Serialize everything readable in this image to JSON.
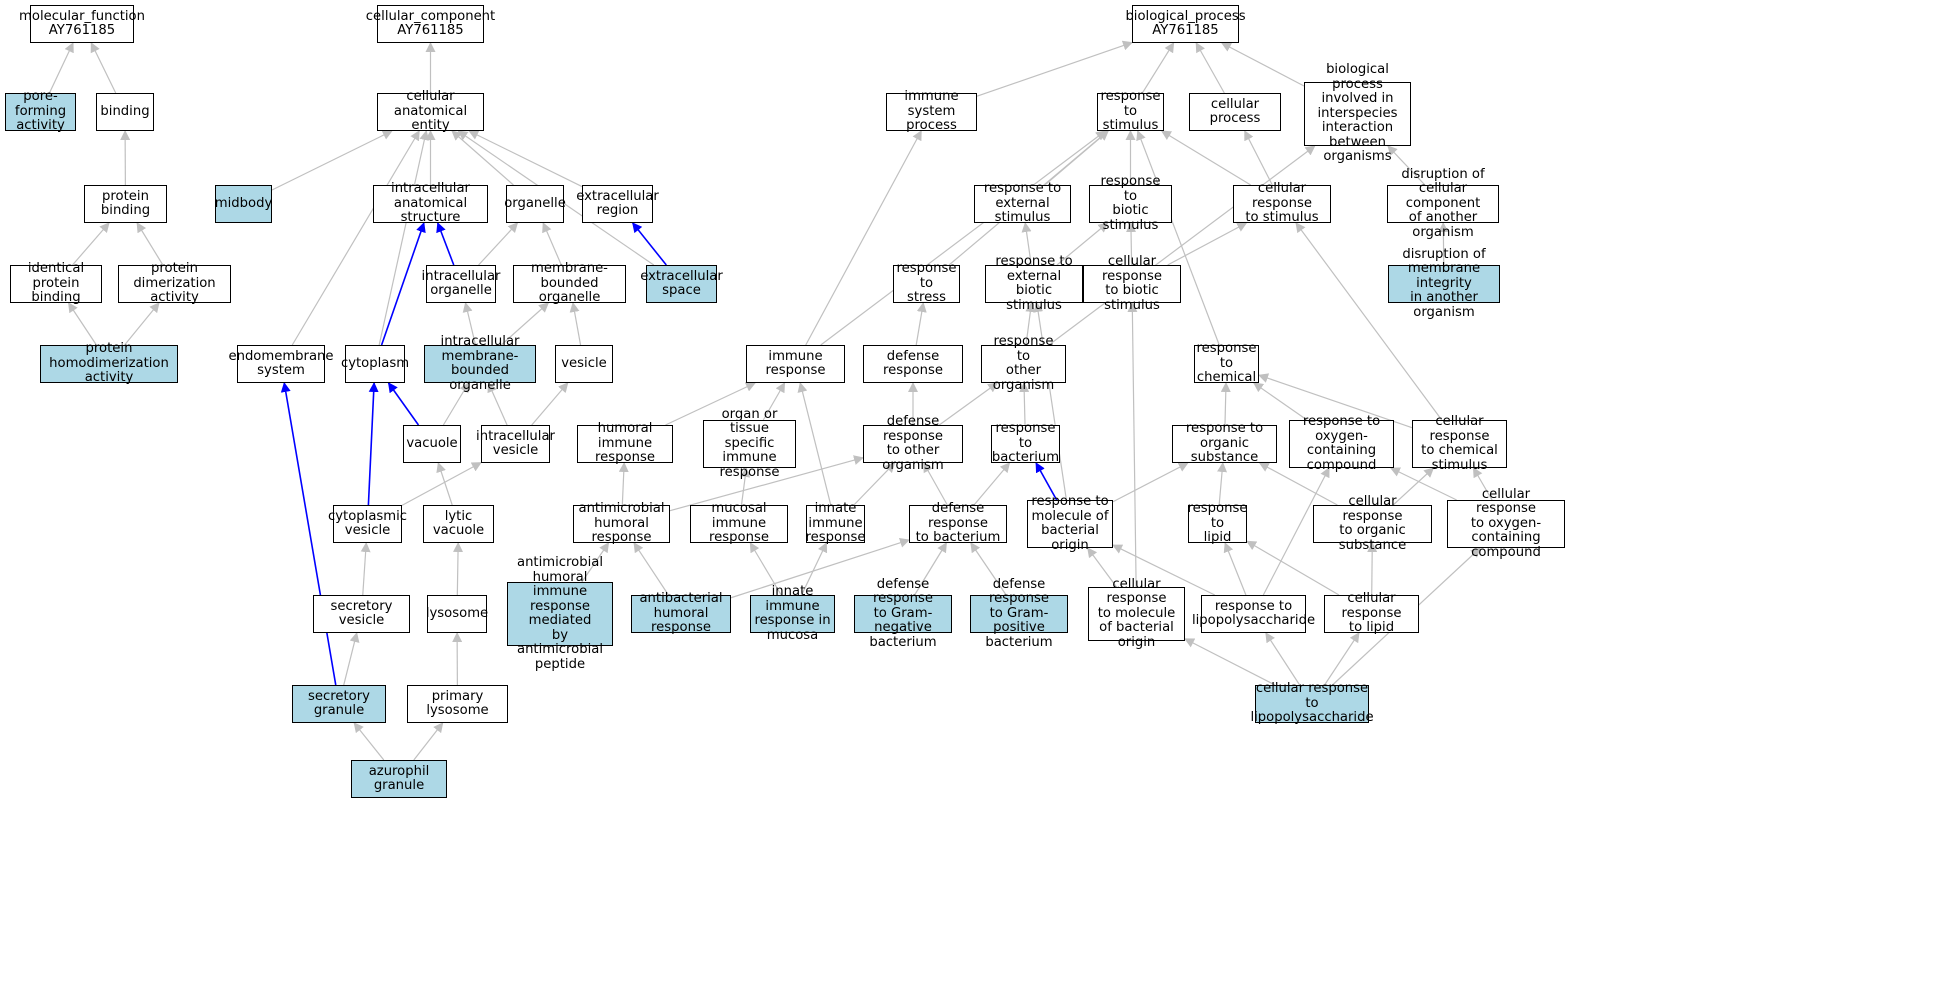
{
  "colors": {
    "node_fill": "#ffffff",
    "highlight_fill": "#add8e6",
    "node_border": "#000000",
    "edge_gray": "#c0c0c0",
    "edge_blue": "#0000ff"
  },
  "nodes": [
    {
      "id": "mf",
      "label": "molecular_function\nAY761185",
      "hl": false
    },
    {
      "id": "pore",
      "label": "pore-forming\nactivity",
      "hl": true
    },
    {
      "id": "binding",
      "label": "binding",
      "hl": false
    },
    {
      "id": "pbind",
      "label": "protein binding",
      "hl": false
    },
    {
      "id": "idpb",
      "label": "identical protein\nbinding",
      "hl": false
    },
    {
      "id": "pdim",
      "label": "protein dimerization\nactivity",
      "hl": false
    },
    {
      "id": "phomo",
      "label": "protein homodimerization\nactivity",
      "hl": true
    },
    {
      "id": "cc",
      "label": "cellular_component\nAY761185",
      "hl": false
    },
    {
      "id": "cae",
      "label": "cellular anatomical\nentity",
      "hl": false
    },
    {
      "id": "midbody",
      "label": "midbody",
      "hl": true
    },
    {
      "id": "ias",
      "label": "intracellular\nanatomical structure",
      "hl": false
    },
    {
      "id": "organelle",
      "label": "organelle",
      "hl": false
    },
    {
      "id": "extreg",
      "label": "extracellular\nregion",
      "hl": false
    },
    {
      "id": "intorg",
      "label": "intracellular\norganelle",
      "hl": false
    },
    {
      "id": "mbo",
      "label": "membrane-bounded\norganelle",
      "hl": false
    },
    {
      "id": "extsp",
      "label": "extracellular\nspace",
      "hl": true
    },
    {
      "id": "endo",
      "label": "endomembrane\nsystem",
      "hl": false
    },
    {
      "id": "cyto",
      "label": "cytoplasm",
      "hl": false
    },
    {
      "id": "imbo",
      "label": "intracellular\nmembrane-bounded\norganelle",
      "hl": true
    },
    {
      "id": "vesicle",
      "label": "vesicle",
      "hl": false
    },
    {
      "id": "vacuole",
      "label": "vacuole",
      "hl": false
    },
    {
      "id": "intves",
      "label": "intracellular\nvesicle",
      "hl": false
    },
    {
      "id": "cytves",
      "label": "cytoplasmic\nvesicle",
      "hl": false
    },
    {
      "id": "lytvac",
      "label": "lytic vacuole",
      "hl": false
    },
    {
      "id": "secves",
      "label": "secretory vesicle",
      "hl": false
    },
    {
      "id": "lyso",
      "label": "lysosome",
      "hl": false
    },
    {
      "id": "secgran",
      "label": "secretory granule",
      "hl": true
    },
    {
      "id": "primlyso",
      "label": "primary lysosome",
      "hl": false
    },
    {
      "id": "azuro",
      "label": "azurophil granule",
      "hl": true
    },
    {
      "id": "bp",
      "label": "biological_process\nAY761185",
      "hl": false
    },
    {
      "id": "isp",
      "label": "immune system\nprocess",
      "hl": false
    },
    {
      "id": "rstim",
      "label": "response to\nstimulus",
      "hl": false
    },
    {
      "id": "cellproc",
      "label": "cellular process",
      "hl": false
    },
    {
      "id": "bpinter",
      "label": "biological process\ninvolved in\ninterspecies\ninteraction\nbetween organisms",
      "hl": false
    },
    {
      "id": "rext",
      "label": "response to\nexternal stimulus",
      "hl": false
    },
    {
      "id": "rbio",
      "label": "response to\nbiotic stimulus",
      "hl": false
    },
    {
      "id": "crstim",
      "label": "cellular response\nto stimulus",
      "hl": false
    },
    {
      "id": "disrcc",
      "label": "disruption of\ncellular component\nof another organism",
      "hl": false
    },
    {
      "id": "rstress",
      "label": "response to\nstress",
      "hl": false
    },
    {
      "id": "rextbio",
      "label": "response to\nexternal biotic\nstimulus",
      "hl": false
    },
    {
      "id": "crbio",
      "label": "cellular response\nto biotic stimulus",
      "hl": false
    },
    {
      "id": "disrmem",
      "label": "disruption of\nmembrane integrity\nin another organism",
      "hl": true
    },
    {
      "id": "immresp",
      "label": "immune response",
      "hl": false
    },
    {
      "id": "defresp",
      "label": "defense response",
      "hl": false
    },
    {
      "id": "rother",
      "label": "response to\nother organism",
      "hl": false
    },
    {
      "id": "rchem",
      "label": "response to\nchemical",
      "hl": false
    },
    {
      "id": "humimm",
      "label": "humoral immune\nresponse",
      "hl": false
    },
    {
      "id": "orgimm",
      "label": "organ or tissue\nspecific immune\nresponse",
      "hl": false
    },
    {
      "id": "defother",
      "label": "defense response\nto other organism",
      "hl": false
    },
    {
      "id": "rbact",
      "label": "response to\nbacterium",
      "hl": false
    },
    {
      "id": "rorgsub",
      "label": "response to\norganic substance",
      "hl": false
    },
    {
      "id": "roxy",
      "label": "response to\noxygen-containing\ncompound",
      "hl": false
    },
    {
      "id": "crchem",
      "label": "cellular response\nto chemical\nstimulus",
      "hl": false
    },
    {
      "id": "amhum",
      "label": "antimicrobial\nhumoral response",
      "hl": false
    },
    {
      "id": "mucimm",
      "label": "mucosal immune\nresponse",
      "hl": false
    },
    {
      "id": "innate",
      "label": "innate immune\nresponse",
      "hl": false
    },
    {
      "id": "defbact",
      "label": "defense response\nto bacterium",
      "hl": false
    },
    {
      "id": "rmolbact",
      "label": "response to\nmolecule of\nbacterial origin",
      "hl": false
    },
    {
      "id": "rlipid",
      "label": "response to\nlipid",
      "hl": false
    },
    {
      "id": "crorgsub",
      "label": "cellular response\nto organic substance",
      "hl": false
    },
    {
      "id": "croxy",
      "label": "cellular response\nto oxygen-containing\ncompound",
      "hl": false
    },
    {
      "id": "amhumpep",
      "label": "antimicrobial\nhumoral immune\nresponse mediated\nby antimicrobial\npeptide",
      "hl": true
    },
    {
      "id": "antibact",
      "label": "antibacterial\nhumoral response",
      "hl": true
    },
    {
      "id": "innmuc",
      "label": "innate immune\nresponse in\nmucosa",
      "hl": true
    },
    {
      "id": "defgneg",
      "label": "defense response\nto Gram-negative\nbacterium",
      "hl": true
    },
    {
      "id": "defgpos",
      "label": "defense response\nto Gram-positive\nbacterium",
      "hl": true
    },
    {
      "id": "crmolbact",
      "label": "cellular response\nto molecule\nof bacterial\norigin",
      "hl": false
    },
    {
      "id": "rlps",
      "label": "response to\nlipopolysaccharide",
      "hl": false
    },
    {
      "id": "crlipid",
      "label": "cellular response\nto lipid",
      "hl": false
    },
    {
      "id": "crlps",
      "label": "cellular response\nto lipopolysaccharide",
      "hl": true
    }
  ],
  "edges": [
    [
      "pore",
      "mf",
      "g"
    ],
    [
      "binding",
      "mf",
      "g"
    ],
    [
      "pbind",
      "binding",
      "g"
    ],
    [
      "idpb",
      "pbind",
      "g"
    ],
    [
      "pdim",
      "pbind",
      "g"
    ],
    [
      "phomo",
      "idpb",
      "g"
    ],
    [
      "phomo",
      "pdim",
      "g"
    ],
    [
      "cae",
      "cc",
      "g"
    ],
    [
      "midbody",
      "cae",
      "g"
    ],
    [
      "ias",
      "cae",
      "g"
    ],
    [
      "organelle",
      "cae",
      "g"
    ],
    [
      "extreg",
      "cae",
      "g"
    ],
    [
      "extsp",
      "cae",
      "g"
    ],
    [
      "endo",
      "cae",
      "g"
    ],
    [
      "cyto",
      "cae",
      "g"
    ],
    [
      "intorg",
      "ias",
      "b"
    ],
    [
      "cyto",
      "ias",
      "b"
    ],
    [
      "intorg",
      "organelle",
      "g"
    ],
    [
      "mbo",
      "organelle",
      "g"
    ],
    [
      "extsp",
      "extreg",
      "b"
    ],
    [
      "imbo",
      "intorg",
      "g"
    ],
    [
      "imbo",
      "mbo",
      "g"
    ],
    [
      "vesicle",
      "mbo",
      "g"
    ],
    [
      "vacuole",
      "cyto",
      "b"
    ],
    [
      "vacuole",
      "imbo",
      "g"
    ],
    [
      "intves",
      "imbo",
      "g"
    ],
    [
      "intves",
      "vesicle",
      "g"
    ],
    [
      "cytves",
      "cyto",
      "b"
    ],
    [
      "cytves",
      "intves",
      "g"
    ],
    [
      "lytvac",
      "vacuole",
      "g"
    ],
    [
      "secves",
      "cytves",
      "g"
    ],
    [
      "lyso",
      "lytvac",
      "g"
    ],
    [
      "secgran",
      "secves",
      "g"
    ],
    [
      "secgran",
      "endo",
      "b"
    ],
    [
      "primlyso",
      "lyso",
      "g"
    ],
    [
      "azuro",
      "secgran",
      "g"
    ],
    [
      "azuro",
      "primlyso",
      "g"
    ],
    [
      "isp",
      "bp",
      "g"
    ],
    [
      "rstim",
      "bp",
      "g"
    ],
    [
      "cellproc",
      "bp",
      "g"
    ],
    [
      "bpinter",
      "bp",
      "g"
    ],
    [
      "rext",
      "rstim",
      "g"
    ],
    [
      "rbio",
      "rstim",
      "g"
    ],
    [
      "crstim",
      "rstim",
      "g"
    ],
    [
      "crstim",
      "cellproc",
      "g"
    ],
    [
      "disrcc",
      "bpinter",
      "g"
    ],
    [
      "disrmem",
      "disrcc",
      "g"
    ],
    [
      "rstress",
      "rstim",
      "g"
    ],
    [
      "rextbio",
      "rext",
      "g"
    ],
    [
      "rextbio",
      "rbio",
      "g"
    ],
    [
      "crbio",
      "rbio",
      "g"
    ],
    [
      "crbio",
      "crstim",
      "g"
    ],
    [
      "immresp",
      "isp",
      "g"
    ],
    [
      "immresp",
      "rstim",
      "g"
    ],
    [
      "defresp",
      "rstress",
      "g"
    ],
    [
      "rother",
      "rextbio",
      "g"
    ],
    [
      "rother",
      "bpinter",
      "g"
    ],
    [
      "rchem",
      "rstim",
      "g"
    ],
    [
      "humimm",
      "immresp",
      "g"
    ],
    [
      "orgimm",
      "immresp",
      "g"
    ],
    [
      "defother",
      "defresp",
      "g"
    ],
    [
      "defother",
      "rother",
      "g"
    ],
    [
      "rbact",
      "rother",
      "g"
    ],
    [
      "rorgsub",
      "rchem",
      "g"
    ],
    [
      "roxy",
      "rchem",
      "g"
    ],
    [
      "crchem",
      "rchem",
      "g"
    ],
    [
      "crchem",
      "crstim",
      "g"
    ],
    [
      "amhum",
      "humimm",
      "g"
    ],
    [
      "amhum",
      "defother",
      "g"
    ],
    [
      "mucimm",
      "orgimm",
      "g"
    ],
    [
      "innate",
      "immresp",
      "g"
    ],
    [
      "innate",
      "defother",
      "g"
    ],
    [
      "defbact",
      "defother",
      "g"
    ],
    [
      "defbact",
      "rbact",
      "g"
    ],
    [
      "rmolbact",
      "rbact",
      "b"
    ],
    [
      "rmolbact",
      "rorgsub",
      "g"
    ],
    [
      "rmolbact",
      "rextbio",
      "g"
    ],
    [
      "rlipid",
      "rorgsub",
      "g"
    ],
    [
      "crorgsub",
      "rorgsub",
      "g"
    ],
    [
      "crorgsub",
      "crchem",
      "g"
    ],
    [
      "croxy",
      "roxy",
      "g"
    ],
    [
      "croxy",
      "crchem",
      "g"
    ],
    [
      "amhumpep",
      "amhum",
      "g"
    ],
    [
      "antibact",
      "amhum",
      "g"
    ],
    [
      "antibact",
      "defbact",
      "g"
    ],
    [
      "innmuc",
      "mucimm",
      "g"
    ],
    [
      "innmuc",
      "innate",
      "g"
    ],
    [
      "defgneg",
      "defbact",
      "g"
    ],
    [
      "defgpos",
      "defbact",
      "g"
    ],
    [
      "crmolbact",
      "rmolbact",
      "g"
    ],
    [
      "crmolbact",
      "crbio",
      "g"
    ],
    [
      "rlps",
      "rmolbact",
      "g"
    ],
    [
      "rlps",
      "rlipid",
      "g"
    ],
    [
      "rlps",
      "roxy",
      "g"
    ],
    [
      "crlipid",
      "rlipid",
      "g"
    ],
    [
      "crlipid",
      "crorgsub",
      "g"
    ],
    [
      "crlps",
      "crmolbact",
      "g"
    ],
    [
      "crlps",
      "rlps",
      "g"
    ],
    [
      "crlps",
      "crlipid",
      "g"
    ],
    [
      "crlps",
      "croxy",
      "g"
    ]
  ]
}
